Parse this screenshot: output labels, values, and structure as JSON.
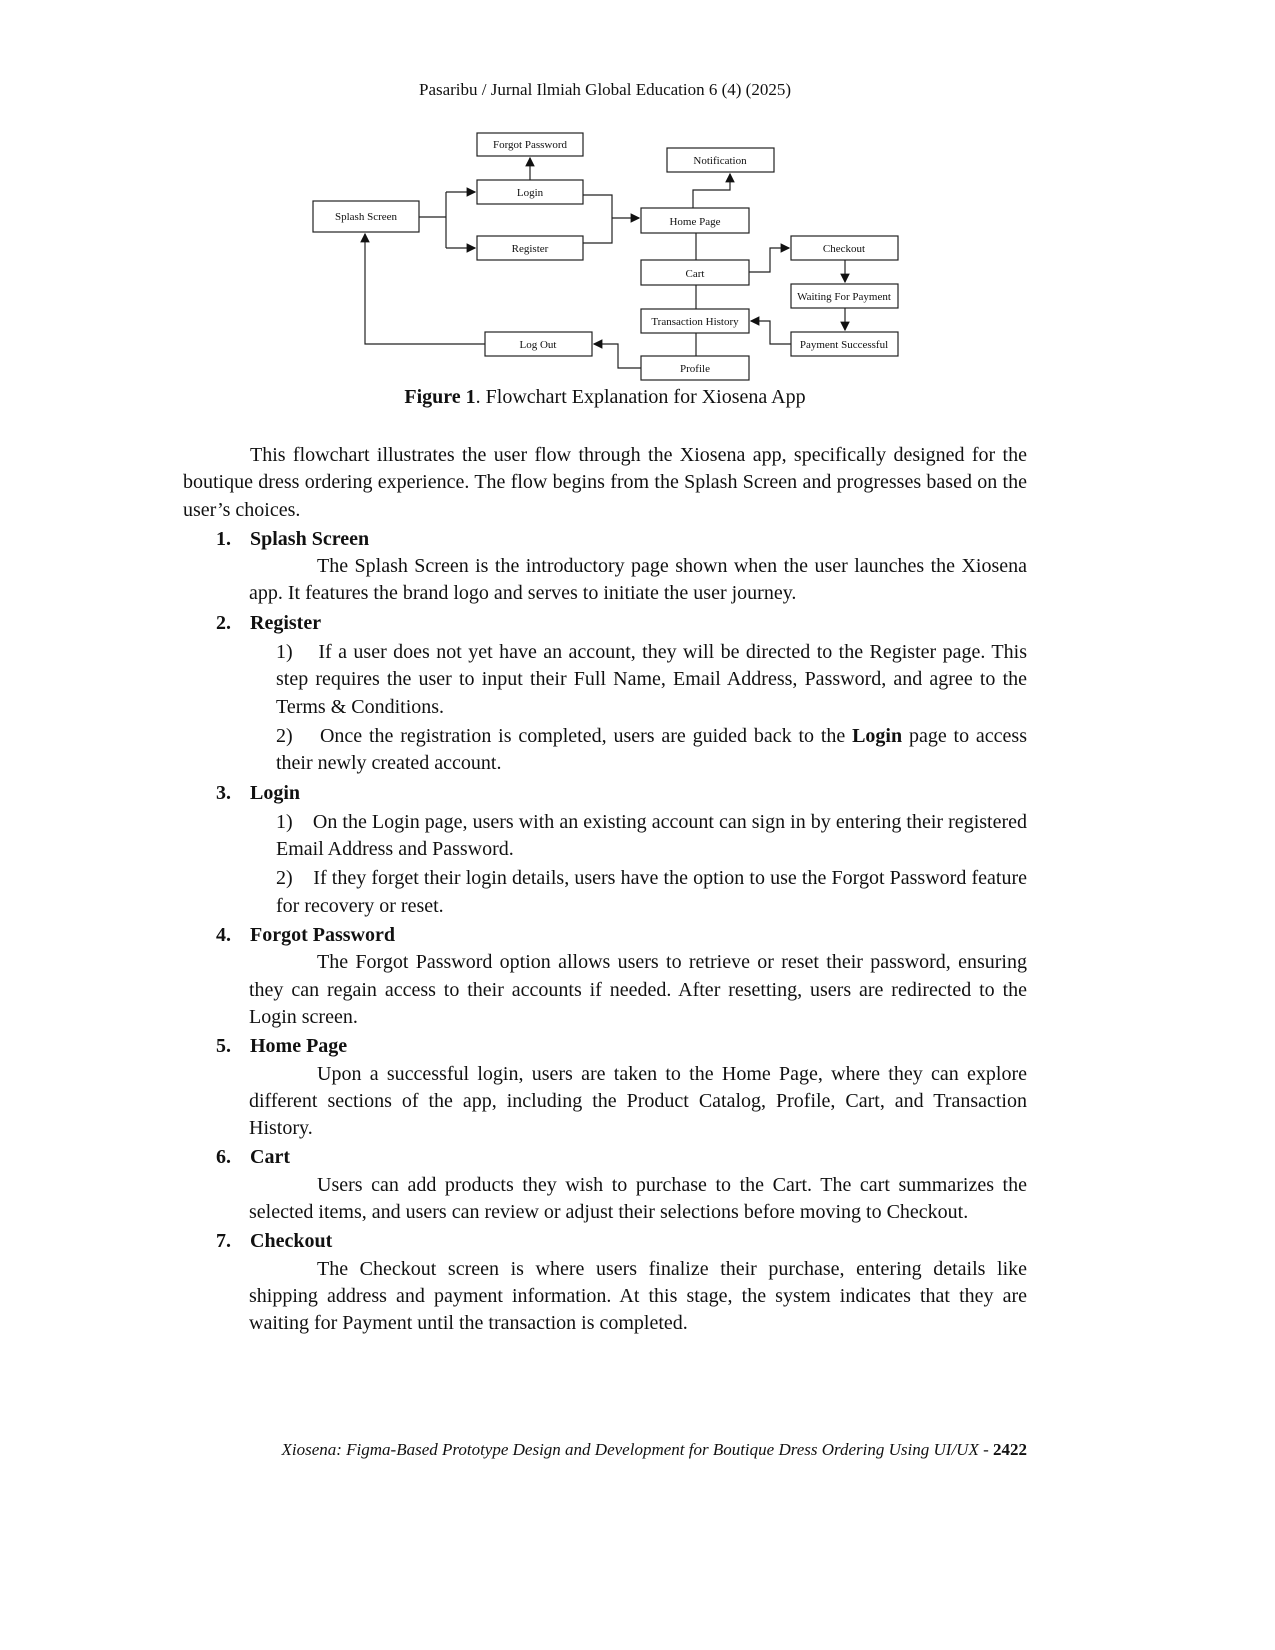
{
  "header": "Pasaribu / Jurnal Ilmiah Global Education 6 (4) (2025)",
  "flowchart": {
    "nodes": {
      "forgot": "Forgot Password",
      "notification": "Notification",
      "login": "Login",
      "splash": "Splash Screen",
      "home": "Home Page",
      "register": "Register",
      "checkout": "Checkout",
      "cart": "Cart",
      "waiting": "Waiting For Payment",
      "history": "Transaction History",
      "success": "Payment Successful",
      "logout": "Log Out",
      "profile": "Profile"
    }
  },
  "caption": {
    "label": "Figure 1",
    "text": ". Flowchart Explanation for Xiosena App"
  },
  "intro": "This flowchart illustrates the user flow through the Xiosena app, specifically designed for the boutique dress ordering experience. The flow begins from the Splash Screen and progresses based on the user’s choices.",
  "items": [
    {
      "num": "1.",
      "title": "Splash Screen",
      "text": "The Splash Screen is the introductory page shown when the user launches the Xiosena app. It features the brand logo and serves to initiate the user journey."
    },
    {
      "num": "2.",
      "title": "Register",
      "subs": [
        "1)    If a user does not yet have an account, they will be directed to the Register page. This step requires the user to input their Full Name, Email Address, Password, and agree to the Terms & Conditions."
      ],
      "sub2_pre": "2)    Once the registration is completed, users are guided back to the ",
      "sub2_bold": "Login",
      "sub2_post": " page to access their newly created account."
    },
    {
      "num": "3.",
      "title": "Login",
      "subs": [
        "1)    On the Login page, users with an existing account can sign in by entering their registered Email Address and Password.",
        "2)    If they forget their login details, users have the option to use the Forgot Password feature for recovery or reset."
      ]
    },
    {
      "num": "4.",
      "title": "Forgot Password",
      "text": "The Forgot Password option allows users to retrieve or reset their password, ensuring they can regain access to their accounts if needed. After resetting, users are redirected to the Login screen."
    },
    {
      "num": "5.",
      "title": "Home Page",
      "text": "Upon a successful login, users are taken to the Home Page, where they can explore different sections of the app, including the Product Catalog, Profile, Cart, and Transaction History."
    },
    {
      "num": "6.",
      "title": "Cart",
      "text": "Users can add products they wish to purchase to the Cart. The cart summarizes the selected items, and users can review or adjust their selections before moving to Checkout."
    },
    {
      "num": "7.",
      "title": "Checkout",
      "text": "The Checkout screen is where users finalize their purchase, entering details like shipping address and payment information. At this stage, the system indicates that they are waiting for Payment until the transaction is completed."
    }
  ],
  "footer": {
    "title": "Xiosena: Figma-Based Prototype Design and Development for Boutique Dress Ordering Using UI/UX",
    "page": "2422"
  }
}
